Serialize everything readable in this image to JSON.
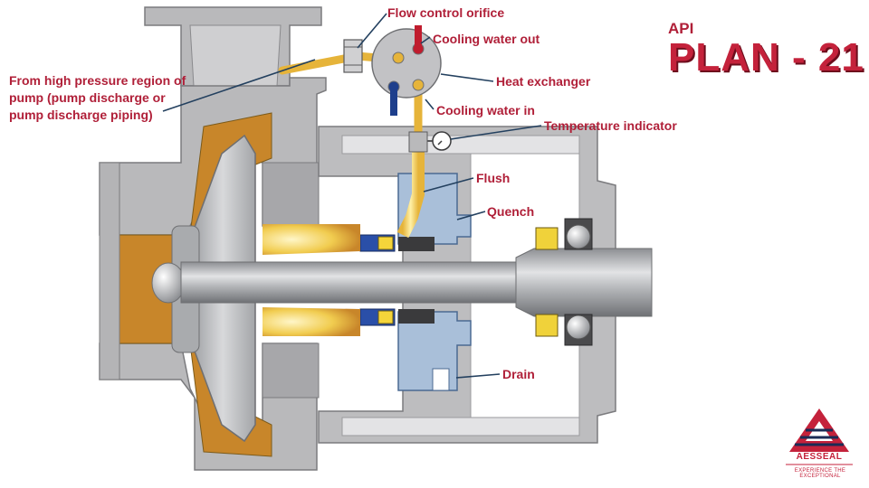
{
  "title": {
    "prefix": "API",
    "main": "PLAN - 21"
  },
  "labels": {
    "flow_control_orifice": "Flow control orifice",
    "cooling_water_out": "Cooling water out",
    "heat_exchanger": "Heat exchanger",
    "high_pressure_source": "From high pressure region of pump (pump discharge or pump discharge piping)",
    "cooling_water_in": "Cooling water in",
    "temperature_indicator": "Temperature indicator",
    "flush": "Flush",
    "quench": "Quench",
    "drain": "Drain"
  },
  "brand": {
    "name": "AESSEAL",
    "tagline": "EXPERIENCE THE EXCEPTIONAL"
  },
  "colors": {
    "label_text": "#b01f38",
    "title_red": "#c4223b",
    "casing_grey": "#b9b9bb",
    "process_fluid": "#c8862a",
    "flush_yellow": "#f1cc4f",
    "seal_chamber_blue": "#a9bfd9",
    "cooling_in_blue": "#1e3f8c",
    "cooling_out_red": "#c01c2e",
    "leader_line": "#23405f"
  }
}
